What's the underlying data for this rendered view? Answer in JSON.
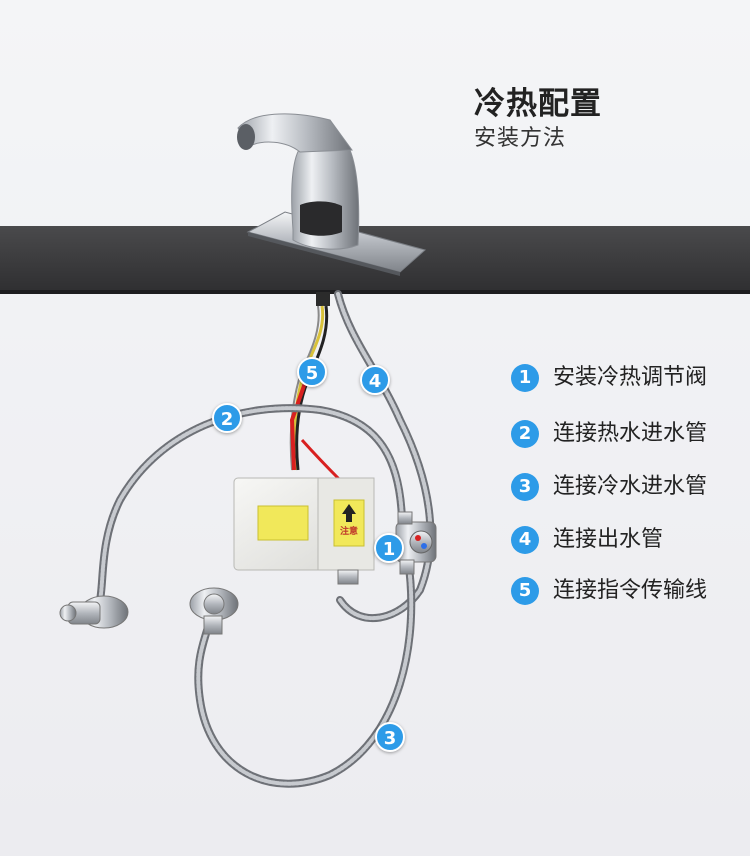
{
  "header": {
    "title": "冷热配置",
    "subtitle": "安装方法"
  },
  "legend": {
    "items": [
      {
        "number": "1",
        "label": "安装冷热调节阀"
      },
      {
        "number": "2",
        "label": "连接热水进水管"
      },
      {
        "number": "3",
        "label": "连接冷水进水管"
      },
      {
        "number": "4",
        "label": "连接出水管"
      },
      {
        "number": "5",
        "label": "连接指令传输线"
      }
    ]
  },
  "markers": {
    "m1": "1",
    "m2": "2",
    "m3": "3",
    "m4": "4",
    "m5": "5"
  },
  "box_notice": "注意",
  "colors": {
    "badge": "#2d9be8",
    "counter": "#3a3a3c",
    "hose": "#9a9da3",
    "wire_red": "#d82020"
  }
}
